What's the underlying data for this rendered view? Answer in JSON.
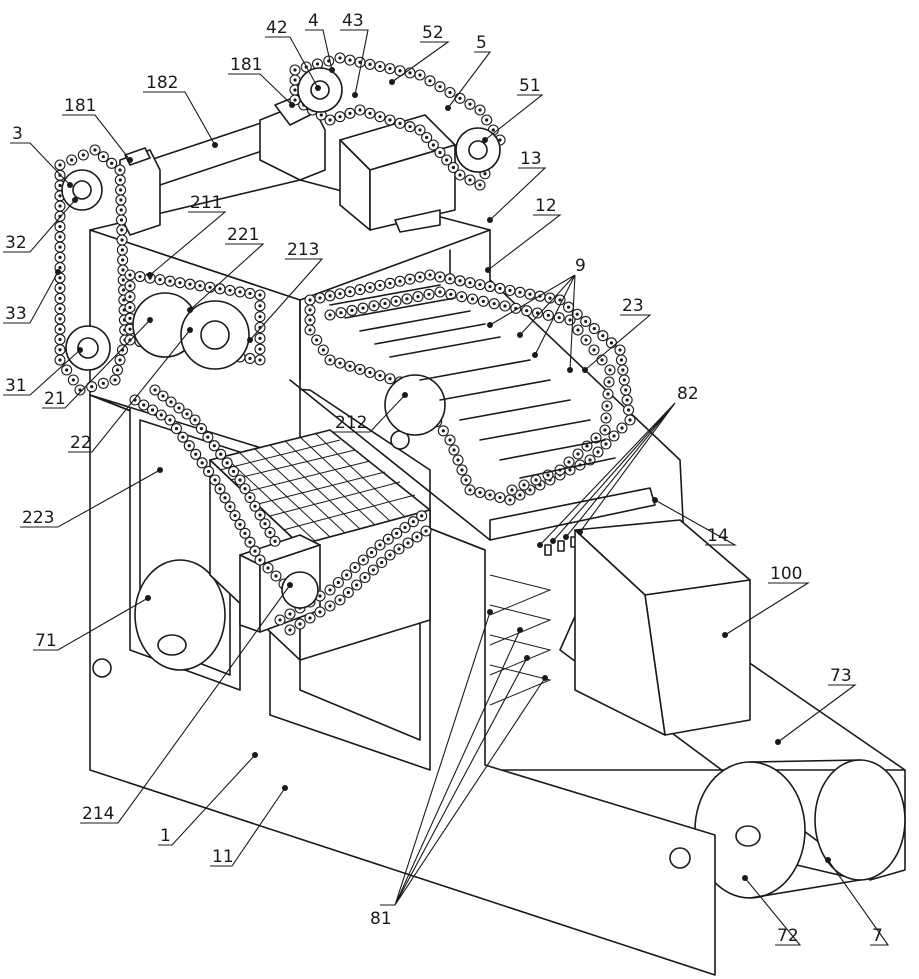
{
  "labels": {
    "l1": "1",
    "l3": "3",
    "l4": "4",
    "l5": "5",
    "l7": "7",
    "l9": "9",
    "l11": "11",
    "l12": "12",
    "l13": "13",
    "l14": "14",
    "l21": "21",
    "l22": "22",
    "l23": "23",
    "l31": "31",
    "l32": "32",
    "l33": "33",
    "l42": "42",
    "l43": "43",
    "l51": "51",
    "l52": "52",
    "l71": "71",
    "l72": "72",
    "l73": "73",
    "l81": "81",
    "l82": "82",
    "l100": "100",
    "l181a": "181",
    "l181b": "181",
    "l182": "182",
    "l211": "211",
    "l212": "212",
    "l213": "213",
    "l214": "214",
    "l221": "221",
    "l223": "223"
  }
}
